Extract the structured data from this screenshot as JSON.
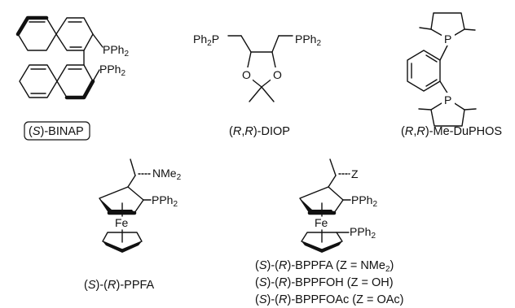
{
  "compounds": [
    {
      "id": "binap",
      "label_parts": [
        "(",
        "S",
        ")-BINAP"
      ],
      "atoms": [
        "PPh",
        "2",
        "PPh",
        "2"
      ]
    },
    {
      "id": "diop",
      "label_parts": [
        "(",
        "R",
        ",",
        "R",
        ")-DIOP"
      ],
      "atoms": [
        "Ph",
        "2",
        "P",
        "PPh",
        "2",
        "O",
        "O"
      ]
    },
    {
      "id": "duphos",
      "label_parts": [
        "(",
        "R",
        ",",
        "R",
        ")-Me-DuPHOS"
      ],
      "atoms": [
        "P",
        "P"
      ]
    },
    {
      "id": "ppfa",
      "label_parts": [
        "(",
        "S",
        ")-(",
        "R",
        ")-PPFA"
      ],
      "atoms": [
        "NMe",
        "2",
        "PPh",
        "2",
        "Fe"
      ]
    },
    {
      "id": "bppfa",
      "atoms": [
        "Z",
        "PPh",
        "2",
        "Fe",
        "PPh",
        "2"
      ],
      "label_lines": [
        [
          "(",
          "S",
          ")-(",
          "R",
          ")-BPPFA  (Z = NMe",
          "2",
          ")"
        ],
        [
          "(",
          "S",
          ")-(",
          "R",
          ")-BPPFOH  (Z = OH)"
        ],
        [
          "(",
          "S",
          ")-(",
          "R",
          ")-BPPFOAc  (Z = OAc)"
        ]
      ]
    }
  ]
}
